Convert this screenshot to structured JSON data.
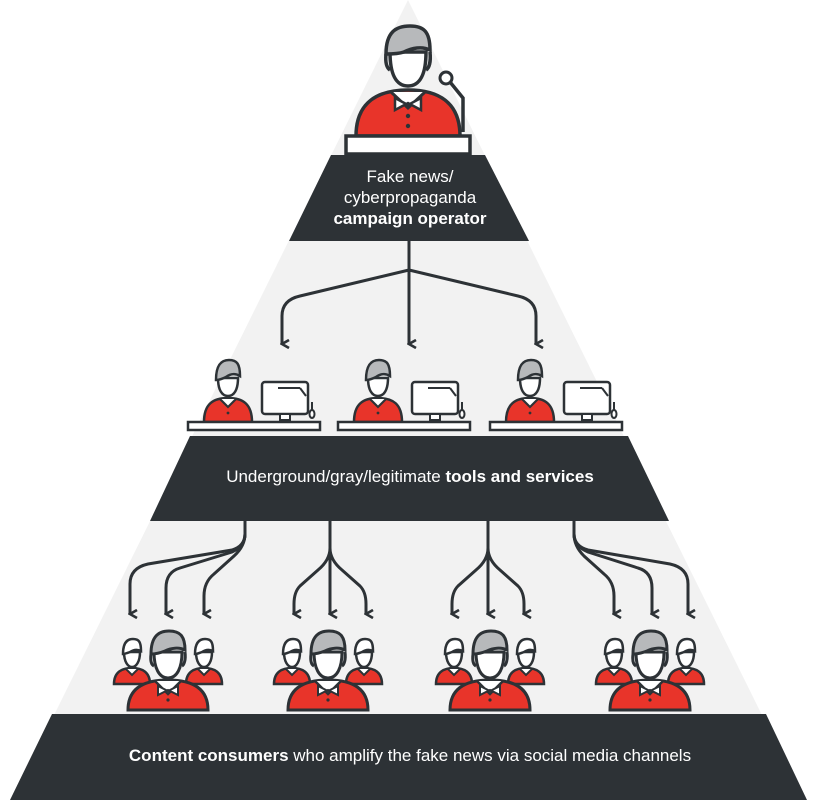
{
  "diagram": {
    "tier1": {
      "line1": "Fake news/",
      "line2": "cyberpropaganda",
      "bold": "campaign operator"
    },
    "tier2": {
      "regular": "Underground/gray/legitimate ",
      "bold": "tools and services"
    },
    "tier3": {
      "bold": "Content consumers",
      "regular": " who amplify the fake news via social media channels"
    },
    "colors": {
      "accent_red": "#e8342a",
      "dark_band": "#2d3236",
      "light_bg": "#f2f2f2",
      "hair_gray": "#b7b9bb",
      "outline": "#2d3236"
    },
    "icons": [
      "operator-icon",
      "worker-at-computer-icon",
      "consumer-group-icon"
    ]
  }
}
